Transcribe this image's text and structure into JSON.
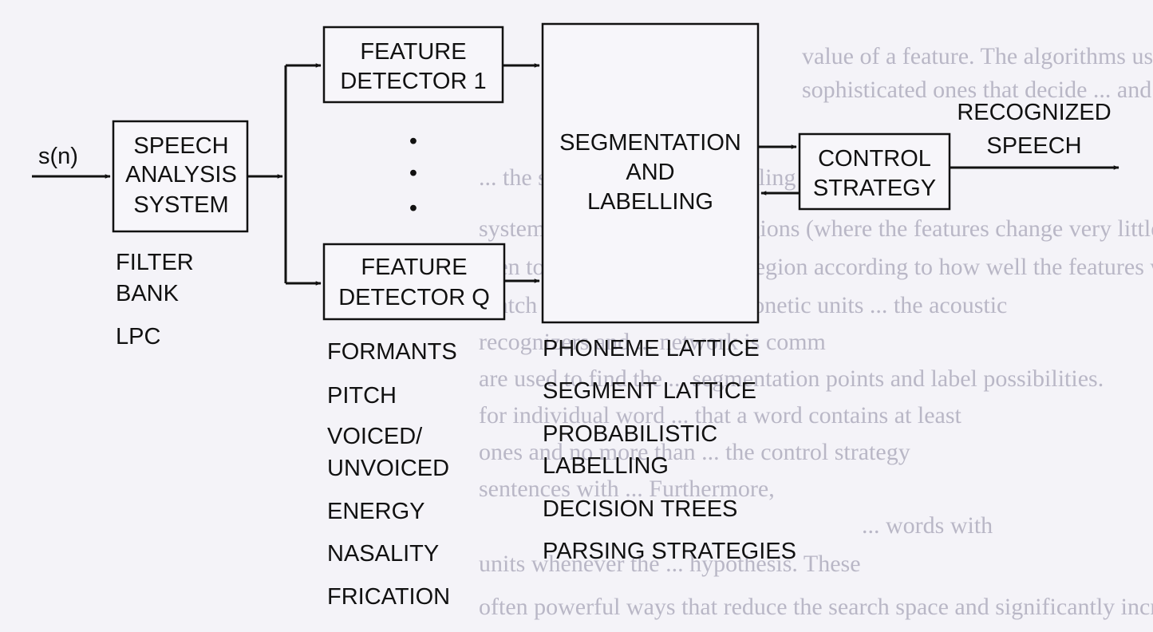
{
  "colors": {
    "background": "#f4f3f8",
    "ink": "#111111",
    "bleed_through": "#b9b7c6"
  },
  "diagram": {
    "input_label": "s(n)",
    "output_label": [
      "RECOGNIZED",
      "SPEECH"
    ],
    "boxes": {
      "speech_analysis": [
        "SPEECH",
        "ANALYSIS",
        "SYSTEM"
      ],
      "feature_detector_1": [
        "FEATURE",
        "DETECTOR 1"
      ],
      "feature_detector_q": [
        "FEATURE",
        "DETECTOR Q"
      ],
      "segmentation": [
        "SEGMENTATION",
        "AND",
        "LABELLING"
      ],
      "control_strategy": [
        "CONTROL",
        "STRATEGY"
      ]
    },
    "ellipsis_dots": [
      "•",
      "•",
      "•"
    ],
    "analysis_methods": [
      "FILTER",
      "BANK",
      "LPC"
    ],
    "features": [
      "FORMANTS",
      "PITCH",
      "VOICED/",
      "UNVOICED",
      "ENERGY",
      "NASALITY",
      "FRICATION"
    ],
    "segmentation_methods": [
      "PHONEME LATTICE",
      "SEGMENT LATTICE",
      "PROBABILISTIC",
      "LABELLING",
      "DECISION TREES",
      "PARSING STRATEGIES"
    ]
  },
  "bleed_through_text": [
    "value of a feature. The algorithms used ... feature detectors are",
    "sophisticated ones that decide ... and how they are",
    "",
    "... the segmentation and labelling phase",
    "system tries to find stable regions (where the features change very little over the",
    "then to label the segmented region according to how well the features within",
    "match those of individual phonetic units ... the acoustic",
    "recognizers and ... network is comm",
    "are used to find the ... segmentation points and label possibilities.",
    "for individual word ... that a word contains at least",
    "ones and no more than ... the control strategy",
    "sentences with ... Furthermore,",
    "... words with",
    "units whenever the ... hypothesis. These",
    "often powerful ways that reduce the search space and significantly increase"
  ]
}
